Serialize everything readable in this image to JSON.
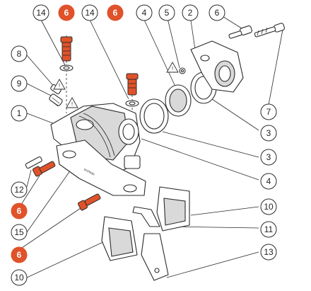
{
  "callouts": [
    {
      "id": "c14a",
      "label": "14",
      "orange": false
    },
    {
      "id": "c6a",
      "label": "6",
      "orange": true
    },
    {
      "id": "c14b",
      "label": "14",
      "orange": false
    },
    {
      "id": "c6b",
      "label": "6",
      "orange": true
    },
    {
      "id": "c4a",
      "label": "4",
      "orange": false
    },
    {
      "id": "c5",
      "label": "5",
      "orange": false
    },
    {
      "id": "c2",
      "label": "2",
      "orange": false
    },
    {
      "id": "c6c",
      "label": "6",
      "orange": false
    },
    {
      "id": "c8",
      "label": "8",
      "orange": false
    },
    {
      "id": "c9",
      "label": "9",
      "orange": false
    },
    {
      "id": "c1",
      "label": "1",
      "orange": false
    },
    {
      "id": "c7",
      "label": "7",
      "orange": false
    },
    {
      "id": "c3a",
      "label": "3",
      "orange": false
    },
    {
      "id": "c3b",
      "label": "3",
      "orange": false
    },
    {
      "id": "c4b",
      "label": "4",
      "orange": false
    },
    {
      "id": "c12",
      "label": "12",
      "orange": false
    },
    {
      "id": "c6d",
      "label": "6",
      "orange": true
    },
    {
      "id": "c15",
      "label": "15",
      "orange": false
    },
    {
      "id": "c10a",
      "label": "10",
      "orange": false
    },
    {
      "id": "c11",
      "label": "11",
      "orange": false
    },
    {
      "id": "c6e",
      "label": "6",
      "orange": true
    },
    {
      "id": "c13",
      "label": "13",
      "orange": false
    },
    {
      "id": "c10b",
      "label": "10",
      "orange": false
    }
  ],
  "warnings": [
    "!",
    "!",
    "!"
  ],
  "colors": {
    "accent": "#e0522a",
    "line": "#2a2a2a",
    "shade": "#d9d9d9"
  }
}
